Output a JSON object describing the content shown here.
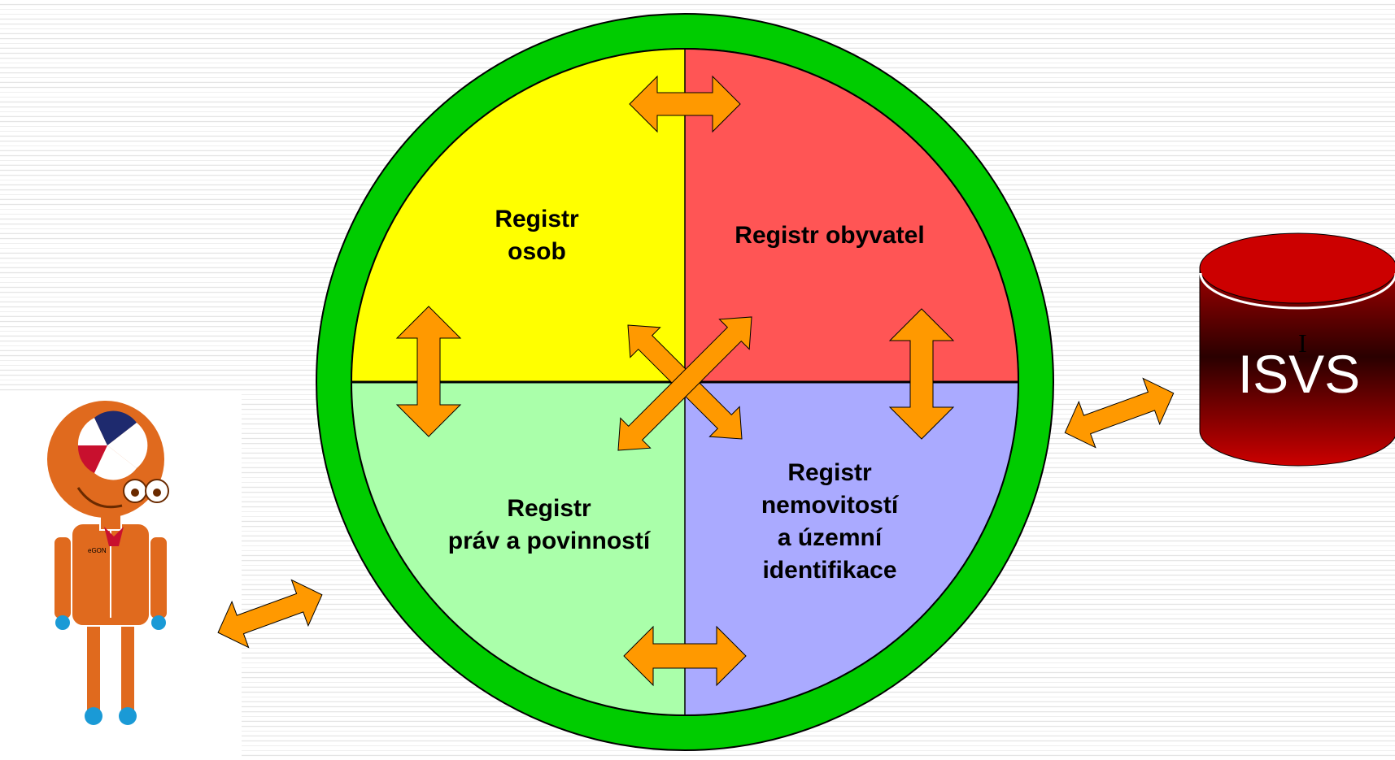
{
  "registers": {
    "osob": {
      "line1": "Registr",
      "line2": "osob",
      "color": "#ffff00"
    },
    "obyvatel": {
      "label": "Registr obyvatel",
      "color": "#ff5555"
    },
    "prav": {
      "line1": "Registr",
      "line2": "práv a povinností",
      "color": "#aaffaa"
    },
    "nemovitosti": {
      "line1": "Registr",
      "line2": "nemovitostí",
      "line3": "a územní",
      "line4": "identifikace",
      "color": "#aaaaff"
    }
  },
  "ring_color": "#00cc00",
  "arrow_color": "#ff9900",
  "database": {
    "label": "ISVS",
    "cursor": "I",
    "color": "#cc0000"
  },
  "figure": {
    "badge": "eGON",
    "color": "#e06a1e"
  }
}
